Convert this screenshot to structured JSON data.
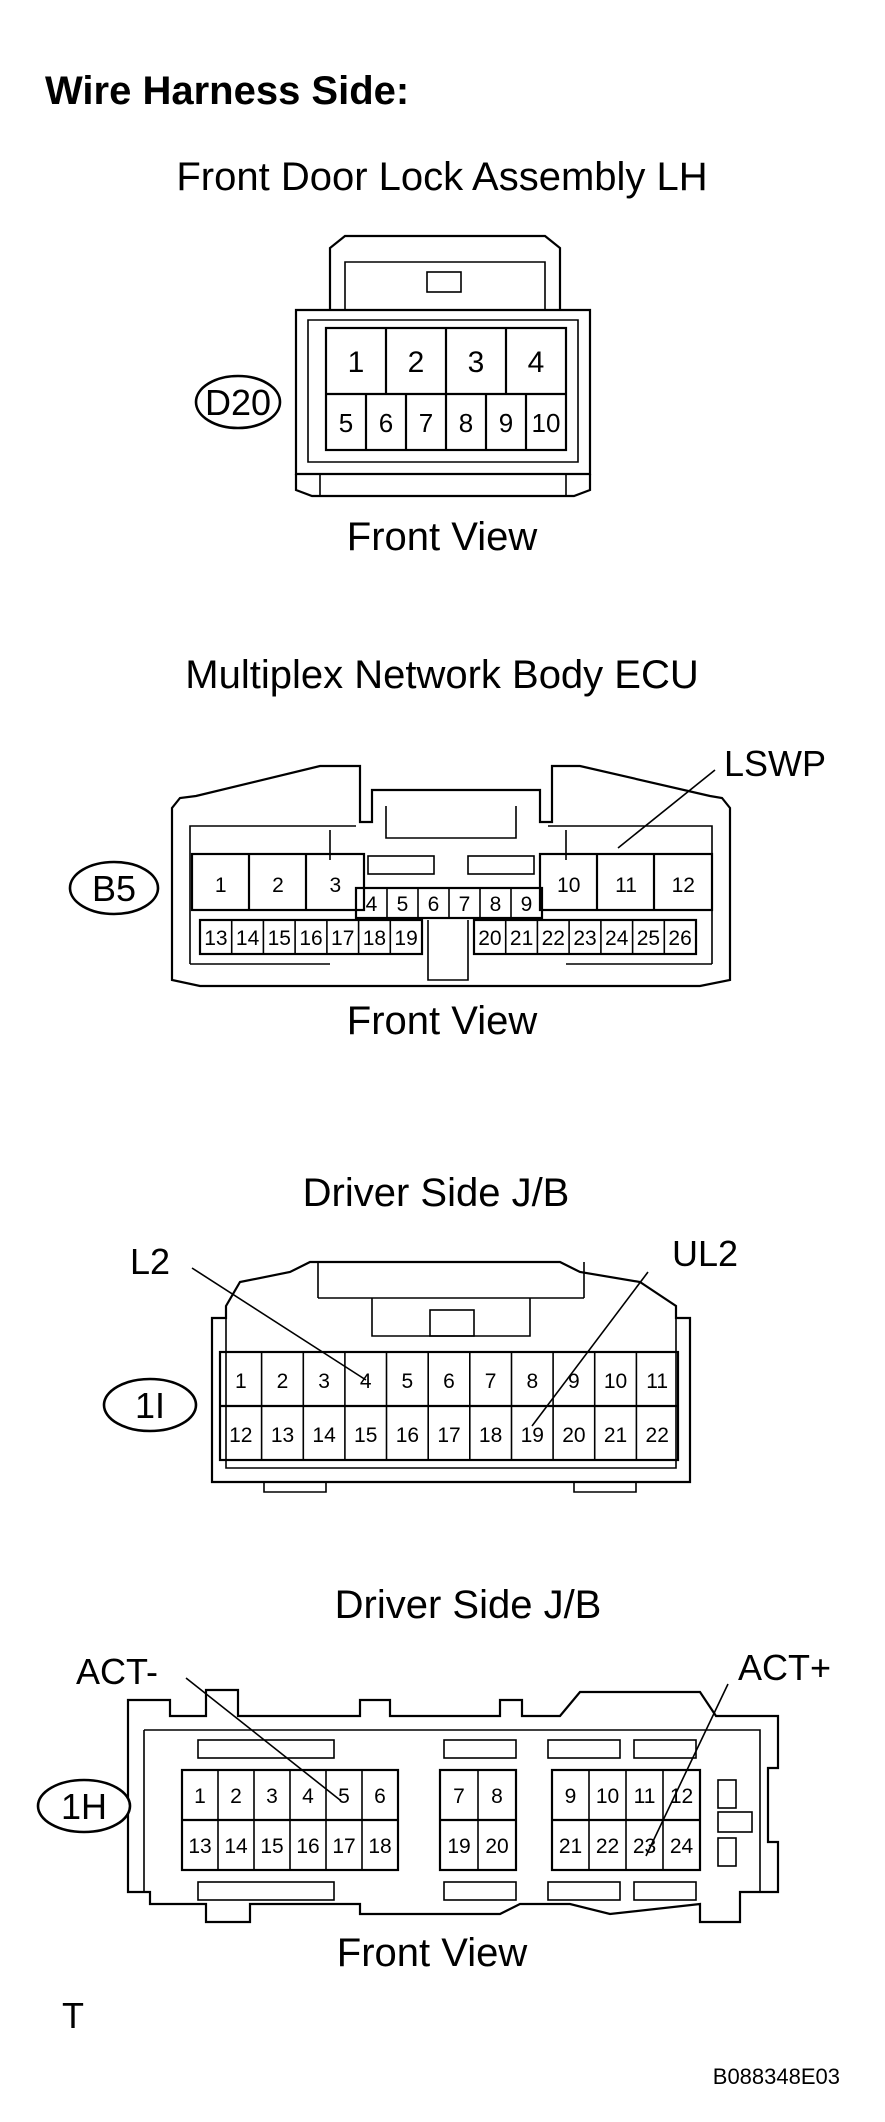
{
  "heading": "Wire Harness Side:",
  "connectors": {
    "d20": {
      "title": "Front Door Lock Assembly LH",
      "code": "D20",
      "view": "Front View",
      "pins_top": [
        "1",
        "2",
        "3",
        "4"
      ],
      "pins_bottom": [
        "5",
        "6",
        "7",
        "8",
        "9",
        "10"
      ]
    },
    "b5": {
      "title": "Multiplex Network Body ECU",
      "code": "B5",
      "view": "Front View",
      "callout": "LSWP",
      "pins_left_top": [
        "1",
        "2",
        "3"
      ],
      "pins_mid": [
        "4",
        "5",
        "6",
        "7",
        "8",
        "9"
      ],
      "pins_right_top": [
        "10",
        "11",
        "12"
      ],
      "pins_left_bottom": [
        "13",
        "14",
        "15",
        "16",
        "17",
        "18",
        "19"
      ],
      "pins_right_bottom": [
        "20",
        "21",
        "22",
        "23",
        "24",
        "25",
        "26"
      ]
    },
    "c1i": {
      "title": "Driver Side J/B",
      "code": "1I",
      "callout_left": "L2",
      "callout_right": "UL2",
      "pins_top": [
        "1",
        "2",
        "3",
        "4",
        "5",
        "6",
        "7",
        "8",
        "9",
        "10",
        "11"
      ],
      "pins_bottom": [
        "12",
        "13",
        "14",
        "15",
        "16",
        "17",
        "18",
        "19",
        "20",
        "21",
        "22"
      ]
    },
    "c1h": {
      "title": "Driver Side J/B",
      "code": "1H",
      "view": "Front View",
      "callout_left": "ACT-",
      "callout_right": "ACT+",
      "pins_a_top": [
        "1",
        "2",
        "3",
        "4",
        "5",
        "6"
      ],
      "pins_a_bottom": [
        "13",
        "14",
        "15",
        "16",
        "17",
        "18"
      ],
      "pins_b_top": [
        "7",
        "8"
      ],
      "pins_b_bottom": [
        "19",
        "20"
      ],
      "pins_c_top": [
        "9",
        "10",
        "11",
        "12"
      ],
      "pins_c_bottom": [
        "21",
        "22",
        "23",
        "24"
      ]
    }
  },
  "footer_mark": "T",
  "figure_code": "B088348E03"
}
